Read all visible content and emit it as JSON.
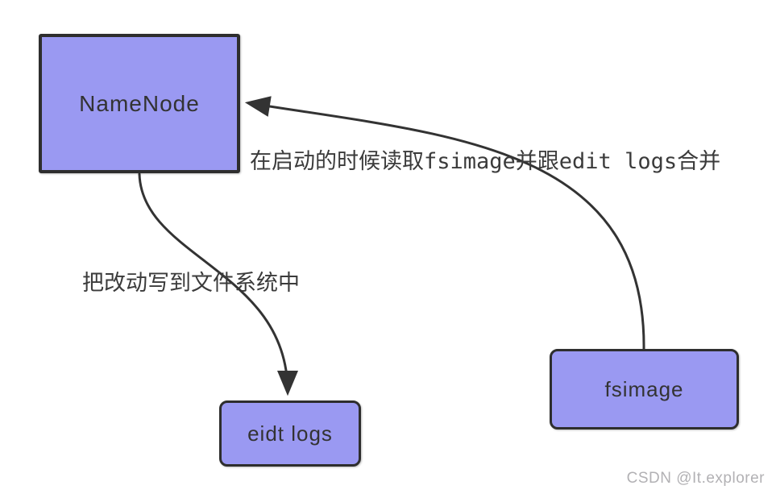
{
  "diagram": {
    "nodes": [
      {
        "id": "namenode",
        "label": "NameNode",
        "shape": "rectangle"
      },
      {
        "id": "edit-logs",
        "label": "eidt logs",
        "shape": "rounded-rectangle"
      },
      {
        "id": "fsimage",
        "label": "fsimage",
        "shape": "rounded-rectangle"
      }
    ],
    "edges": [
      {
        "from": "fsimage",
        "to": "namenode",
        "label": "在启动的时候读取fsimage并跟edit logs合并",
        "arrow": "to"
      },
      {
        "from": "namenode",
        "to": "edit-logs",
        "label": "把改动写到文件系统中",
        "arrow": "to"
      }
    ],
    "colors": {
      "node_fill": "#9a99f2",
      "node_border": "#2e2e2e",
      "arrow_stroke": "#333333",
      "edge_label_text": "#3b3b3b",
      "watermark_text": "#b2b1b4"
    }
  },
  "watermark": {
    "text": "CSDN @It.explorer"
  }
}
